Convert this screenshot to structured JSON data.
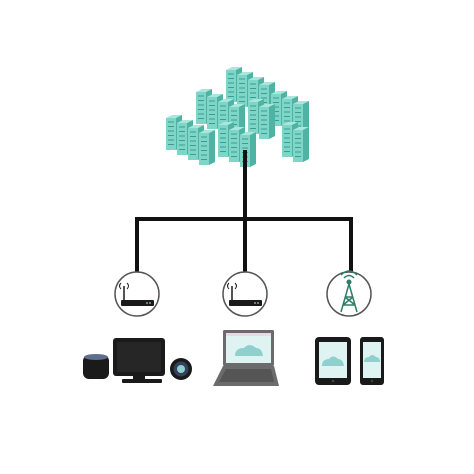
{
  "diagram": {
    "type": "network-topology",
    "cloud": {
      "icon": "server-rack-cluster-icon",
      "rack_count": 16
    },
    "branches": [
      {
        "id": "home",
        "access_point": "wifi-router-icon",
        "devices": [
          "smart-speaker-icon",
          "desktop-monitor-icon",
          "smart-thermostat-icon"
        ]
      },
      {
        "id": "office",
        "access_point": "wifi-router-icon",
        "devices": [
          "laptop-icon"
        ]
      },
      {
        "id": "mobile",
        "access_point": "cell-tower-icon",
        "devices": [
          "tablet-icon",
          "smartphone-icon"
        ]
      }
    ]
  },
  "colors": {
    "rack_front": "#7fd6c8",
    "rack_side": "#4fb3a3",
    "rack_top": "#a9e6dc",
    "rack_slot": "#3a9e8f",
    "line": "#111111",
    "circle_stroke": "#555555",
    "tower": "#2e7d66",
    "device_dark": "#1a1a1a",
    "screen_art": "#8fd0cf",
    "screen_bg": "#dff3f3",
    "laptop_body": "#6b6b6b"
  }
}
